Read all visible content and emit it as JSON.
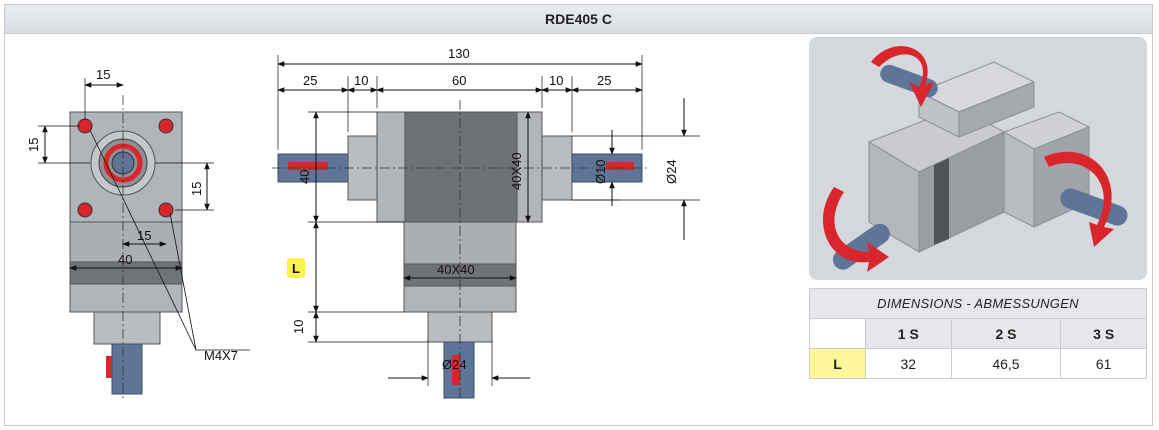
{
  "title": "RDE405 C",
  "drawing": {
    "front": {
      "dim_top": "15",
      "dim_left": "15",
      "dim_right": "15",
      "dim_mid": "15",
      "dim_width": "40",
      "thread": "M4X7"
    },
    "side": {
      "dim_total": "130",
      "dim_a": "25",
      "dim_b": "10",
      "dim_c": "60",
      "dim_d": "10",
      "dim_e": "25",
      "shaft_dim": "40",
      "body_dim": "40X40",
      "bore_small": "Ø10",
      "bore_large": "Ø24",
      "lower_body": "40X40",
      "dim_ten": "10",
      "bottom_dia": "Ø24",
      "length_label": "L"
    }
  },
  "table": {
    "header": "DIMENSIONS - ABMESSUNGEN",
    "columns": [
      "1 S",
      "2 S",
      "3 S"
    ],
    "row_label": "L",
    "values": [
      "32",
      "46,5",
      "61"
    ]
  },
  "colors": {
    "body": "#a9acb1",
    "dark_band": "#6e7176",
    "shaft": "#5d7395",
    "red": "#d8262c",
    "yellow": "#fff24a",
    "header_bg": "#e5e7eb"
  }
}
